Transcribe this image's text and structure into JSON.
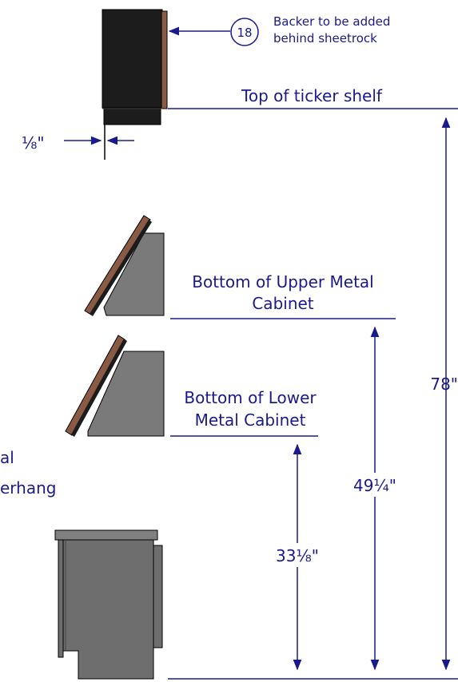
{
  "colors": {
    "annotation": "#1a1a8c",
    "cabinet_dark": "#1c1c1c",
    "cabinet_gray": "#7c7c7c",
    "wood": "#8a5a44"
  },
  "callout": {
    "number": "18",
    "text_line1": "Backer to be added",
    "text_line2": "behind sheetrock"
  },
  "labels": {
    "top_shelf": "Top of ticker shelf",
    "upper_cabinet_line1": "Bottom of Upper Metal",
    "upper_cabinet_line2": "Cabinet",
    "lower_cabinet_line1": "Bottom of Lower",
    "lower_cabinet_line2": "Metal Cabinet",
    "left_cut_line1": "al",
    "left_cut_line2": "erhang",
    "gap": "⅛\""
  },
  "dimensions": {
    "total_height": "78\"",
    "upper_cabinet_height": "49¼\"",
    "lower_cabinet_height": "33⅛\""
  }
}
